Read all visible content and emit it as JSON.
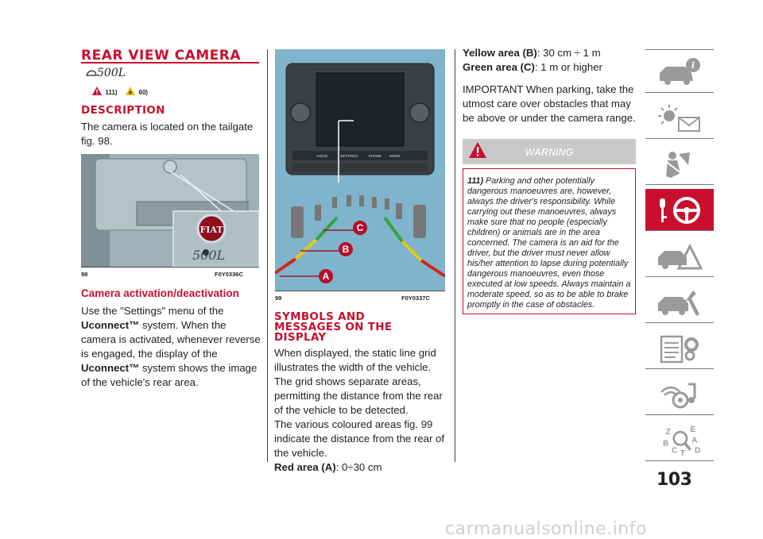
{
  "col1": {
    "title": "REAR VIEW CAMERA",
    "logo_text": "500L",
    "warn_refs": [
      "111)",
      "60)"
    ],
    "description_heading": "DESCRIPTION",
    "description_text": "The camera is located on the tailgate fig. 98.",
    "fig98_number": "98",
    "fig98_code": "F0Y0336C",
    "fig98_badge": "FIAT",
    "activation_heading": "Camera activation/deactivation",
    "activation_p1": "Use the \"Settings\" menu of the",
    "activation_brand1": "Uconnect™",
    "activation_p2": " system. When the camera is activated, whenever reverse is engaged, the display of the",
    "activation_brand2": "Uconnect™",
    "activation_p3": " system shows the image of the vehicle's rear area."
  },
  "col2": {
    "fig99_number": "99",
    "fig99_code": "F0Y0337C",
    "screen_labels": [
      "AUDIO",
      "SETTINGS",
      "PHONE",
      "MORE"
    ],
    "markers": [
      "C",
      "B",
      "A"
    ],
    "symbols_heading": "SYMBOLS AND MESSAGES ON THE DISPLAY",
    "symbols_p1": "When displayed, the static line grid illustrates the width of the vehicle.",
    "symbols_p2": "The grid shows separate areas, permitting the distance from the rear of the vehicle to be detected.",
    "symbols_p3": "The various coloured areas fig. 99 indicate the distance from the rear of the vehicle.",
    "red_label": "Red area (A)",
    "red_value": ": 0÷30 cm"
  },
  "col3": {
    "yellow_label": "Yellow area (B)",
    "yellow_value": ": 30 cm ÷ 1 m",
    "green_label": "Green area (C)",
    "green_value": ": 1 m or higher",
    "important_text": "IMPORTANT When parking, take the utmost care over obstacles that may be above or under the camera range.",
    "warning_title": "WARNING",
    "warning_num": "111)",
    "warning_text": "Parking and other potentially dangerous manoeuvres are, however, always the driver's responsibility. While carrying out these manoeuvres, always make sure that no people (especially children) or animals are in the area concerned. The camera is an aid for the driver, but the driver must never allow his/her attention to lapse during potentially dangerous manoeuvres, even those executed at low speeds. Always maintain a moderate speed, so as to be able to brake promptly in the case of obstacles."
  },
  "sidebar": {
    "icons": [
      "car-info-icon",
      "warning-lights-icon",
      "airbag-safety-icon",
      "key-steering-wheel-icon",
      "emergency-icon",
      "car-service-icon",
      "technical-data-icon",
      "multimedia-icon",
      "index-icon"
    ],
    "active_index": 3,
    "index_letters": [
      "Z",
      "E",
      "B",
      "A",
      "C",
      "T",
      "D"
    ]
  },
  "page_number": "103",
  "watermark": "carmanualsonline.info",
  "colors": {
    "accent": "#c8102e",
    "grid_red": "#d0261c",
    "grid_yellow": "#e6c619",
    "grid_green": "#36a23a"
  }
}
